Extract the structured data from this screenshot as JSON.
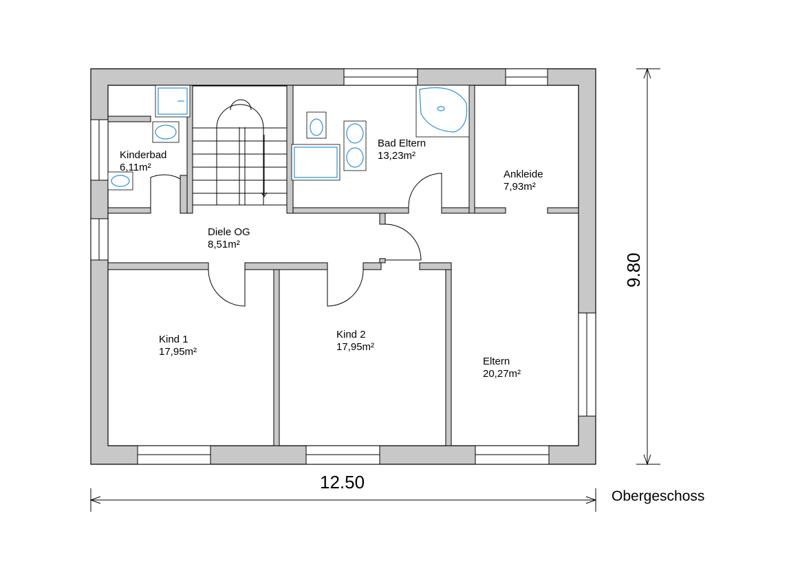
{
  "plan": {
    "floor_name": "Obergeschoss",
    "width_dimension": "12.50",
    "height_dimension": "9.80"
  },
  "rooms": [
    {
      "id": "kinderbad",
      "name": "Kinderbad",
      "area": "6,11m²"
    },
    {
      "id": "bad-eltern",
      "name": "Bad Eltern",
      "area": "13,23m²"
    },
    {
      "id": "ankleide",
      "name": "Ankleide",
      "area": "7,93m²"
    },
    {
      "id": "diele-og",
      "name": "Diele OG",
      "area": "8,51m²"
    },
    {
      "id": "kind-1",
      "name": "Kind 1",
      "area": "17,95m²"
    },
    {
      "id": "kind-2",
      "name": "Kind 2",
      "area": "17,95m²"
    },
    {
      "id": "eltern",
      "name": "Eltern",
      "area": "20,27m²"
    }
  ],
  "colors": {
    "wall": "#c8c8c8",
    "fixture": "#2a8fd6",
    "line": "#000000"
  }
}
